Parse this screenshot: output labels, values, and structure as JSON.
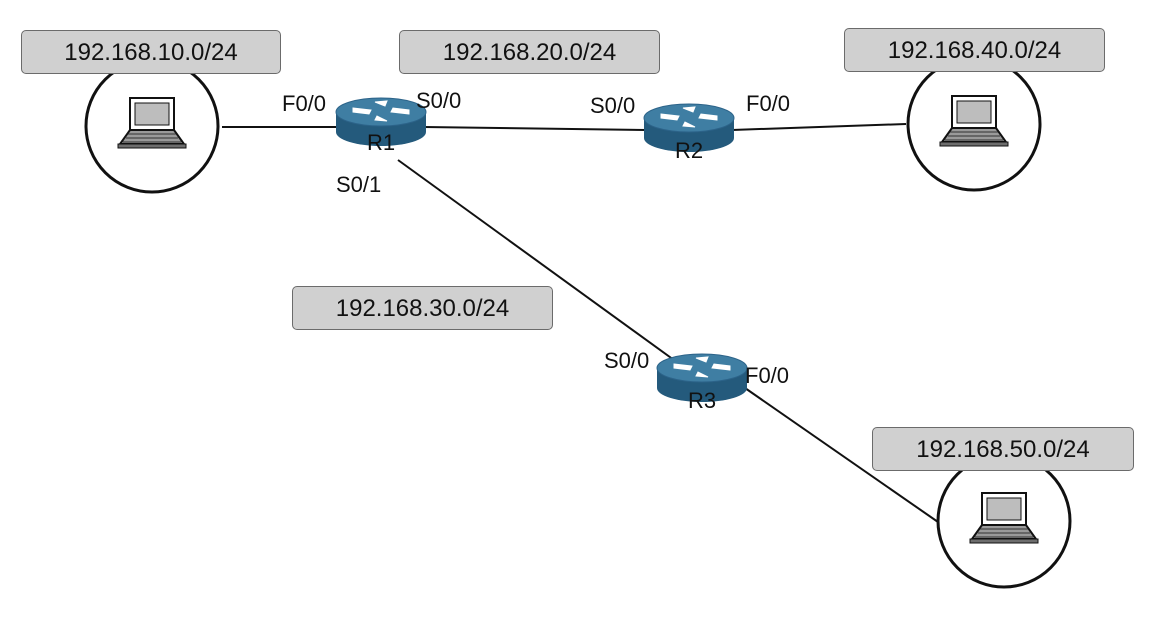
{
  "networks": {
    "net1": "192.168.10.0/24",
    "net2": "192.168.20.0/24",
    "net3": "192.168.40.0/24",
    "net4": "192.168.30.0/24",
    "net5": "192.168.50.0/24"
  },
  "routers": {
    "r1": {
      "name": "R1",
      "f00": "F0/0",
      "s00": "S0/0",
      "s01": "S0/1"
    },
    "r2": {
      "name": "R2",
      "s00": "S0/0",
      "f00": "F0/0"
    },
    "r3": {
      "name": "R3",
      "s00": "S0/0",
      "f00": "F0/0"
    }
  },
  "colors": {
    "label_fill": "#d0d0d0",
    "label_border": "#6b6b6b",
    "router_top": "#3f7ea3",
    "router_body": "#245a7c",
    "link": "#111111"
  },
  "icons": {
    "router": "router-icon",
    "pc": "laptop-icon"
  }
}
